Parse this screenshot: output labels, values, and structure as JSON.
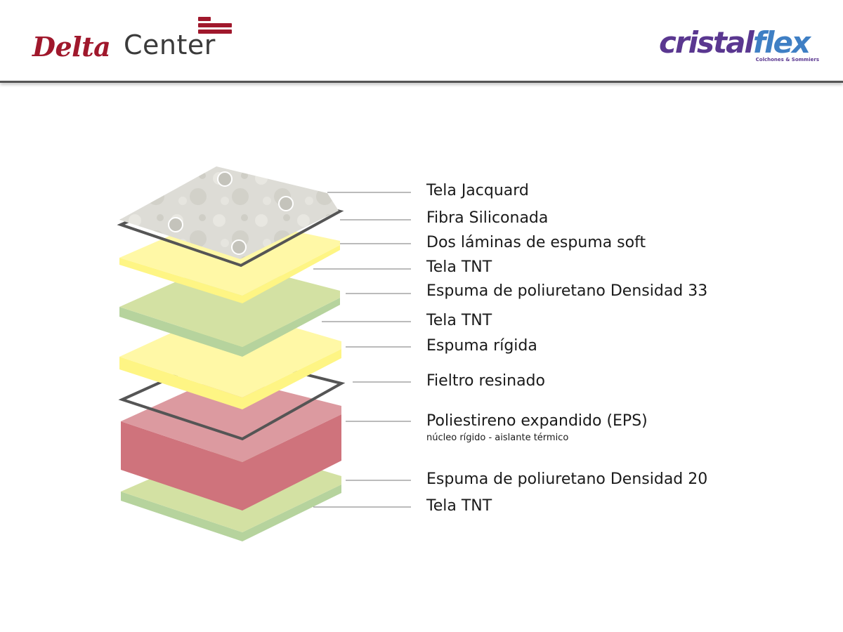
{
  "brands": {
    "left": {
      "part1": "Delta",
      "part2": "Center",
      "color_part1": "#a0182c",
      "color_part2": "#3a3a3a",
      "bar_color": "#a0182c"
    },
    "right": {
      "name_part1": "cristal",
      "name_part2": "flex",
      "tagline": "Colchones & Sommiers",
      "color_part1": "#5a3790",
      "color_part2": "#3f7fc4"
    }
  },
  "colors": {
    "jacquard": "#dddcd6",
    "jacquard_shade": "#c9c8bf",
    "yellow_top": "#fff8a6",
    "yellow_side": "#fef584",
    "green_top": "#d3e1a3",
    "green_side": "#b6d39d",
    "red_top": "#dc9aa0",
    "red_side": "#cf737c",
    "outline": "#555555",
    "leader": "#777777"
  },
  "layers": [
    {
      "label": "Tela Jacquard"
    },
    {
      "label": "Fibra Siliconada"
    },
    {
      "label": "Dos láminas de espuma soft"
    },
    {
      "label": "Tela TNT"
    },
    {
      "label": "Espuma de poliuretano Densidad 33"
    },
    {
      "label": "Tela TNT"
    },
    {
      "label": "Espuma rígida"
    },
    {
      "label": "Fieltro resinado"
    },
    {
      "label": "Poliestireno expandido (EPS)",
      "sublabel": "núcleo rígido - aislante térmico"
    },
    {
      "label": "Espuma de poliuretano Densidad 20"
    },
    {
      "label": "Tela TNT"
    }
  ]
}
